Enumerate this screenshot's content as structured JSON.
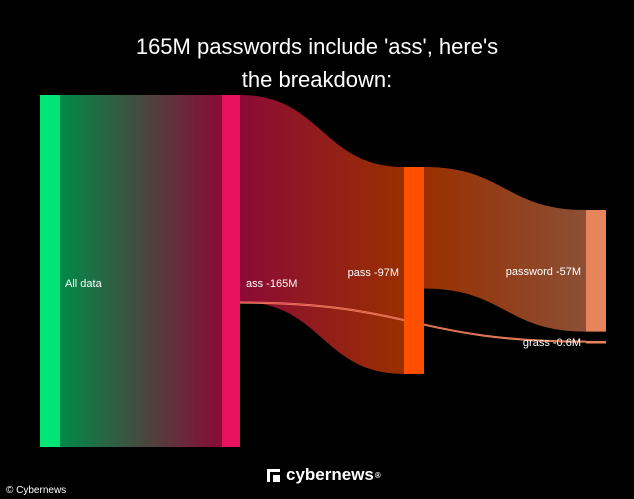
{
  "title_lines": [
    "165M passwords include 'ass', here's",
    "the breakdown:"
  ],
  "brand": {
    "name": "cybernews",
    "mark": "®"
  },
  "credit": "© Cybernews",
  "colors": {
    "background": "#000000",
    "all_data": "#00e676",
    "ass": "#e8115b",
    "pass": "#ff4f00",
    "password": "#e8845a",
    "grass": "#e8845a"
  },
  "chart_data": {
    "type": "sankey",
    "unit": "M",
    "nodes": [
      {
        "id": "all",
        "label": "All data",
        "level": 0,
        "value": 165
      },
      {
        "id": "ass",
        "label": "ass -165M",
        "level": 1,
        "value": 165
      },
      {
        "id": "pass",
        "label": "pass -97M",
        "level": 2,
        "value": 97
      },
      {
        "id": "password",
        "label": "password -57M",
        "level": 3,
        "value": 57
      },
      {
        "id": "grass",
        "label": "grass -0.6M",
        "level": 3,
        "value": 0.6
      }
    ],
    "links": [
      {
        "source": "all",
        "target": "ass",
        "value": 165
      },
      {
        "source": "ass",
        "target": "pass",
        "value": 97
      },
      {
        "source": "ass",
        "target": "grass",
        "value": 0.6
      },
      {
        "source": "pass",
        "target": "password",
        "value": 57
      }
    ]
  }
}
